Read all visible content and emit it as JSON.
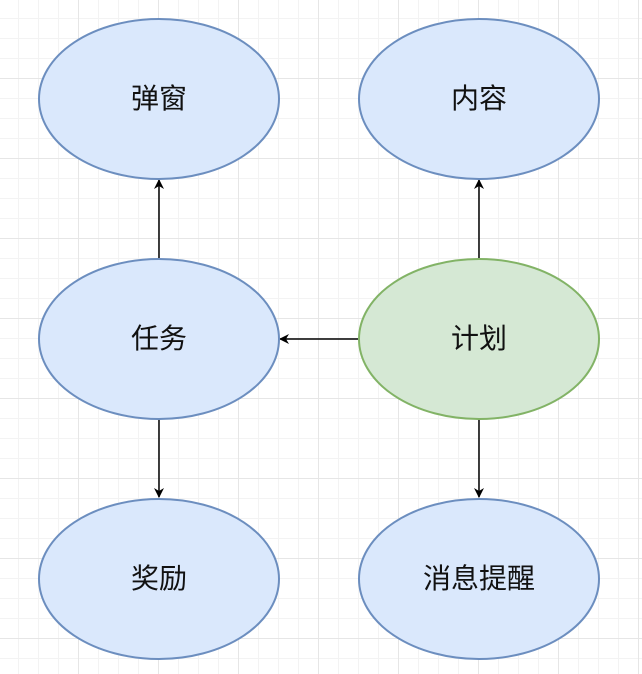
{
  "nodes": {
    "popup": {
      "label": "弹窗",
      "fill": "#dae8fc",
      "stroke": "#6c8ebf"
    },
    "content": {
      "label": "内容",
      "fill": "#dae8fc",
      "stroke": "#6c8ebf"
    },
    "task": {
      "label": "任务",
      "fill": "#dae8fc",
      "stroke": "#6c8ebf"
    },
    "plan": {
      "label": "计划",
      "fill": "#d5e8d4",
      "stroke": "#82b366"
    },
    "reward": {
      "label": "奖励",
      "fill": "#dae8fc",
      "stroke": "#6c8ebf"
    },
    "notification": {
      "label": "消息提醒",
      "fill": "#dae8fc",
      "stroke": "#6c8ebf"
    }
  },
  "edges": [
    {
      "from": "task",
      "to": "popup"
    },
    {
      "from": "plan",
      "to": "content"
    },
    {
      "from": "plan",
      "to": "task"
    },
    {
      "from": "task",
      "to": "reward"
    },
    {
      "from": "plan",
      "to": "notification"
    }
  ],
  "edge_color": "#000000"
}
